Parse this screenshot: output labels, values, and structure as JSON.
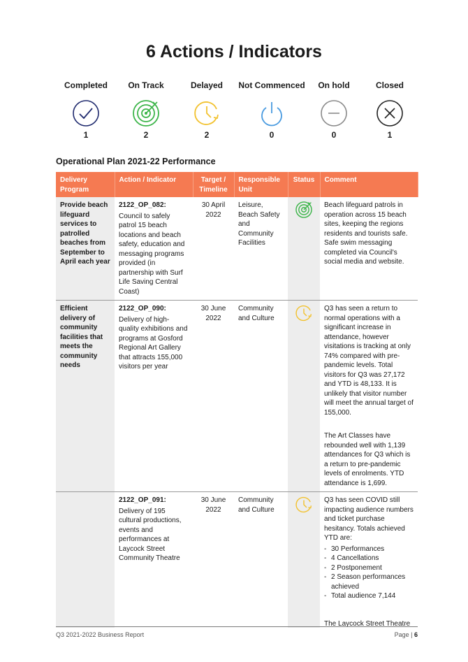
{
  "page_title": "6 Actions / Indicators",
  "legend": [
    {
      "label": "Completed",
      "count": "1",
      "icon": "check-circle-icon",
      "color": "#1f2a6e"
    },
    {
      "label": "On Track",
      "count": "2",
      "icon": "target-icon",
      "color": "#3db54a"
    },
    {
      "label": "Delayed",
      "count": "2",
      "icon": "clock-arrow-icon",
      "color": "#f2c230"
    },
    {
      "label": "Not Commenced",
      "count": "0",
      "icon": "power-icon",
      "color": "#4a9be0"
    },
    {
      "label": "On hold",
      "count": "0",
      "icon": "minus-circle-icon",
      "color": "#8a8a8a"
    },
    {
      "label": "Closed",
      "count": "1",
      "icon": "x-circle-icon",
      "color": "#222222"
    }
  ],
  "section_title": "Operational Plan 2021-22 Performance",
  "table": {
    "headers": {
      "program": "Delivery Program",
      "action": "Action / Indicator",
      "target": "Target / Timeline",
      "unit": "Responsible Unit",
      "status": "Status",
      "comment": "Comment"
    },
    "rows": [
      {
        "program": "Provide beach lifeguard services to patrolled beaches from September to April each year",
        "code": "2122_OP_082:",
        "action": "Council to safely patrol 15 beach locations and beach safety, education and messaging programs provided (in partnership with Surf Life Saving Central Coast)",
        "target": "30 April 2022",
        "unit": "Leisure, Beach Safety and Community Facilities",
        "status": "On Track",
        "comment": "Beach lifeguard patrols in operation across 15 beach sites, keeping the regions residents and tourists safe. Safe swim messaging completed via Council's social media and website."
      },
      {
        "program": "Efficient delivery of community facilities that meets the community needs",
        "code": "2122_OP_090:",
        "action": "Delivery of high-quality exhibitions and programs at Gosford Regional Art Gallery that attracts 155,000 visitors per year",
        "target": "30 June 2022",
        "unit": "Community and Culture",
        "status": "Delayed",
        "comment": "Q3 has seen a return to normal operations with a significant increase in attendance, however visitations is tracking at only 74% compared with pre-pandemic levels. Total visitors for Q3 was 27,172 and YTD is 48,133. It is unlikely that visitor number will meet the annual target of 155,000.",
        "comment2": "The Art Classes have rebounded well with 1,139 attendances for Q3 which is a return to pre-pandemic levels of enrolments. YTD attendance is 1,699."
      },
      {
        "code": "2122_OP_091:",
        "action": "Delivery of 195 cultural productions, events and performances at Laycock Street Community Theatre",
        "target": "30 June 2022",
        "unit": "Community and Culture",
        "status": "Delayed",
        "comment": "Q3 has seen COVID still impacting audience numbers and ticket purchase hesitancy. Totals achieved YTD are:",
        "bullets": [
          "30 Performances",
          "4 Cancellations",
          "2 Postponement",
          "2 Season performances achieved",
          "Total audience 7,144"
        ],
        "comment2": "The Laycock Street Theatre building has also been"
      }
    ]
  },
  "footer": {
    "left": "Q3 2021-2022 Business Report",
    "page_label": "Page |",
    "page_number": "6"
  }
}
